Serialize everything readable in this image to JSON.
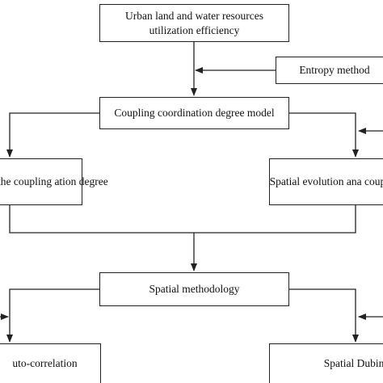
{
  "diagram": {
    "nodes": {
      "top": {
        "label": "Urban land and water resources\nutilization efficiency"
      },
      "entropy": {
        "label": "Entropy method"
      },
      "coupling": {
        "label": "Coupling coordination degree model"
      },
      "left_analysis": {
        "label": "lysis of the coupling\nation degree"
      },
      "right_analysis": {
        "label": "Spatial evolution ana\ncoupling coordinati"
      },
      "spatial": {
        "label": "Spatial methodology"
      },
      "auto": {
        "label": "uto-correlation"
      },
      "dubin": {
        "label": "Spatial Dubin m"
      }
    },
    "edges": [
      {
        "from": "top",
        "to": "coupling"
      },
      {
        "from": "entropy",
        "to": "coupling-input"
      },
      {
        "from": "coupling",
        "to": "left_analysis"
      },
      {
        "from": "coupling",
        "to": "right_analysis"
      },
      {
        "from": "offscreen-right",
        "to": "right_analysis"
      },
      {
        "from": "left_analysis",
        "to": "spatial"
      },
      {
        "from": "right_analysis",
        "to": "spatial"
      },
      {
        "from": "spatial",
        "to": "auto"
      },
      {
        "from": "spatial",
        "to": "dubin"
      },
      {
        "from": "offscreen-left",
        "to": "auto"
      },
      {
        "from": "offscreen-right",
        "to": "dubin"
      }
    ]
  },
  "colors": {
    "line": "#222222",
    "text": "#111111",
    "background": "#ffffff"
  }
}
